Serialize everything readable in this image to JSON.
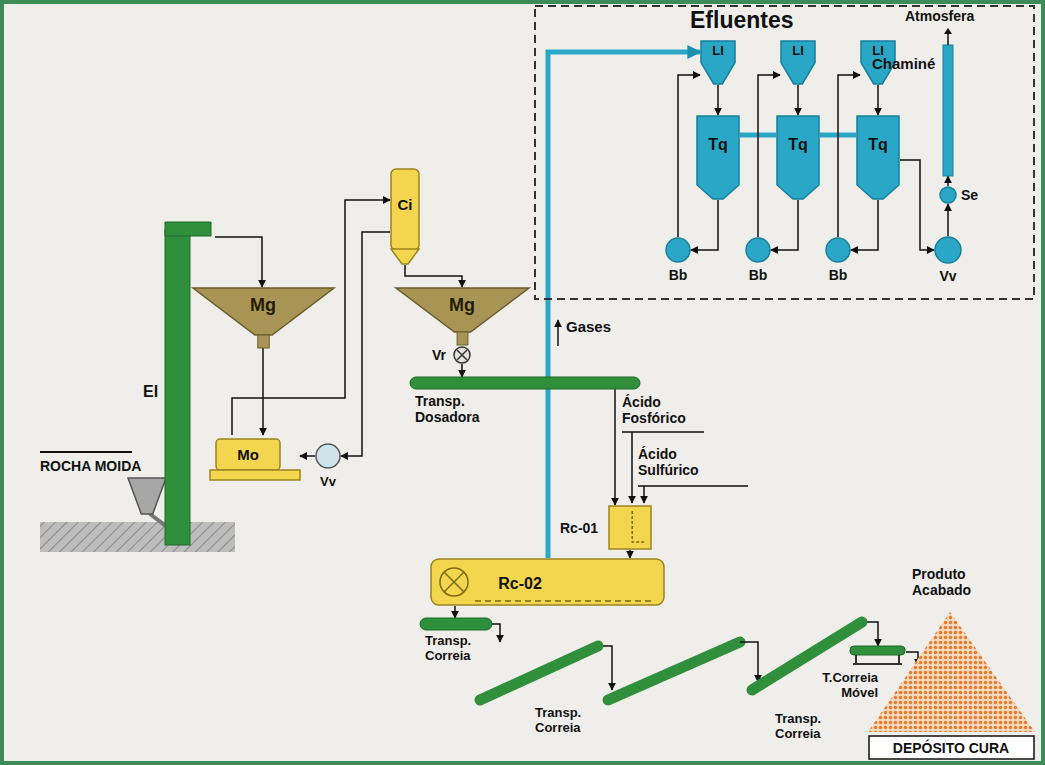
{
  "diagram": {
    "nodes": [
      {
        "text": [
          "Efluentes"
        ]
      },
      {
        "text": [
          "LI"
        ],
        "in": 0
      },
      {
        "text": [
          "LI"
        ],
        "in": 0
      },
      {
        "text": [
          "LI"
        ],
        "in": 0
      },
      {
        "text": [
          "Tq"
        ],
        "in": 0
      },
      {
        "text": [
          "Tq"
        ],
        "in": 0
      },
      {
        "text": [
          "Tq"
        ],
        "in": 0
      },
      {
        "text": [
          "Bb"
        ],
        "in": 0
      },
      {
        "text": [
          "Bb"
        ],
        "in": 0
      },
      {
        "text": [
          "Bb"
        ],
        "in": 0
      },
      {
        "text": [
          "Vv"
        ],
        "in": 0
      },
      {
        "text": [
          "Se"
        ],
        "in": 0
      },
      {
        "text": [
          "Atmosfera",
          "Chaminé"
        ],
        "in": 0
      },
      {
        "text": [
          "ROCHA MOIDA"
        ]
      },
      {
        "text": [
          "El"
        ]
      },
      {
        "text": [
          "Mg"
        ]
      },
      {
        "text": [
          "Mo"
        ]
      },
      {
        "text": [
          "Vv"
        ]
      },
      {
        "text": [
          "Ci"
        ]
      },
      {
        "text": [
          "Mg"
        ]
      },
      {
        "text": [
          "Vr"
        ]
      },
      {
        "text": [
          "Transp. Dosadora"
        ]
      },
      {
        "text": [
          "Rc-01"
        ]
      },
      {
        "text": [
          "Rc-02"
        ]
      },
      {
        "text": [
          "Transp. Correia"
        ]
      },
      {
        "text": [
          "Transp. Correia"
        ]
      },
      {
        "text": [
          "Transp. Correia"
        ]
      },
      {
        "text": [
          "T.Correia Móvel"
        ]
      },
      {
        "text": [
          "DEPÓSITO CURA"
        ]
      }
    ],
    "edges": [
      {
        "from": 14,
        "to": 15,
        "arrow": "to"
      },
      {
        "from": 15,
        "to": 16,
        "arrow": "to"
      },
      {
        "from": 16,
        "to": 18,
        "arrow": "to"
      },
      {
        "from": 18,
        "to": 17,
        "arrow": "to"
      },
      {
        "from": 17,
        "to": 16,
        "arrow": "to"
      },
      {
        "from": 18,
        "to": 19,
        "arrow": "to"
      },
      {
        "from": 20,
        "to": 21,
        "arrow": "to"
      },
      {
        "from": 21,
        "to": 22,
        "arrow": "to"
      },
      {
        "from": 22,
        "to": 23,
        "arrow": "to"
      },
      {
        "from": 23,
        "to": 1,
        "arrow": "to"
      },
      {
        "from": 23,
        "to": 24,
        "arrow": "to"
      },
      {
        "from": 24,
        "to": 25,
        "arrow": "to"
      },
      {
        "from": 26,
        "to": 27,
        "arrow": "to"
      },
      {
        "from": 1,
        "to": 4,
        "arrow": "to"
      },
      {
        "from": 2,
        "to": 5,
        "arrow": "to"
      },
      {
        "from": 3,
        "to": 6,
        "arrow": "to"
      },
      {
        "from": 4,
        "to": 7,
        "arrow": "to"
      },
      {
        "from": 5,
        "to": 8,
        "arrow": "to"
      },
      {
        "from": 6,
        "to": 9,
        "arrow": "to"
      },
      {
        "from": 7,
        "to": 1,
        "arrow": "to"
      },
      {
        "from": 8,
        "to": 2,
        "arrow": "to"
      },
      {
        "from": 9,
        "to": 3,
        "arrow": "to"
      },
      {
        "from": 6,
        "to": 10,
        "arrow": "to"
      },
      {
        "from": 10,
        "to": 11,
        "arrow": "to"
      },
      {
        "from": 11,
        "to": 12,
        "arrow": "to"
      }
    ],
    "labels": [
      "Gases",
      "Ácido Fosfórico",
      "Ácido Sulfúrico",
      "Produto Acabado"
    ]
  }
}
